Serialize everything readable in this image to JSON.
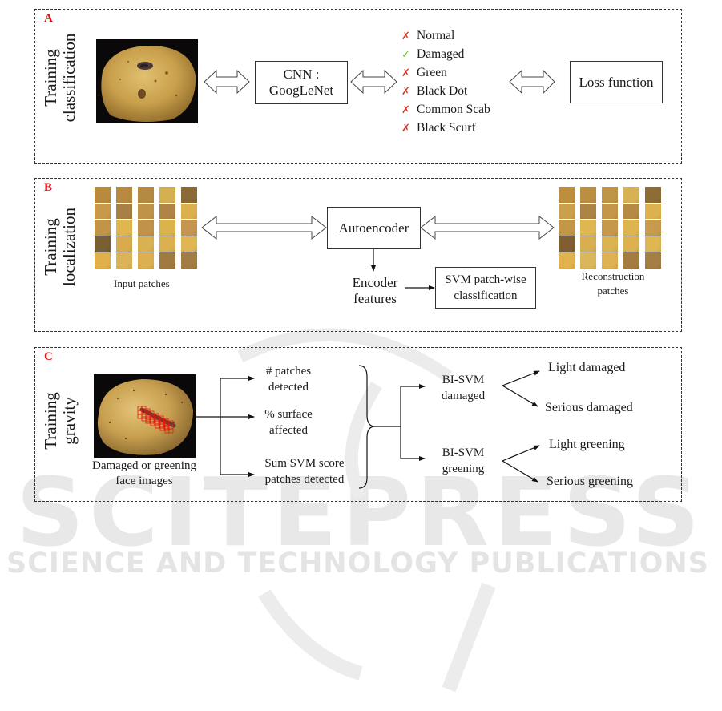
{
  "watermark": {
    "main": "SCITEPRESS",
    "sub": "SCIENCE AND TECHNOLOGY PUBLICATIONS"
  },
  "panels": {
    "A": {
      "letter": "A",
      "side_label_line1": "Training",
      "side_label_line2": "classification",
      "image_alt": "potato-image",
      "model_box_line1": "CNN :",
      "model_box_line2": "GoogLeNet",
      "classes": [
        {
          "label": "Normal",
          "status": "cross"
        },
        {
          "label": "Damaged",
          "status": "check"
        },
        {
          "label": "Green",
          "status": "cross"
        },
        {
          "label": "Black Dot",
          "status": "cross"
        },
        {
          "label": "Common Scab",
          "status": "cross"
        },
        {
          "label": "Black Scurf",
          "status": "cross"
        }
      ],
      "loss_box": "Loss function"
    },
    "B": {
      "letter": "B",
      "side_label_line1": "Training",
      "side_label_line2": "localization",
      "input_caption": "Input patches",
      "autoencoder_box": "Autoencoder",
      "encoder_line1": "Encoder",
      "encoder_line2": "features",
      "svm_box_line1": "SVM patch-wise",
      "svm_box_line2": "classification",
      "recon_caption_line1": "Reconstruction",
      "recon_caption_line2": "patches"
    },
    "C": {
      "letter": "C",
      "side_label_line1": "Training",
      "side_label_line2": "gravity",
      "image_caption_line1": "Damaged or greening",
      "image_caption_line2": "face images",
      "features": [
        {
          "line1": "# patches",
          "line2": "detected"
        },
        {
          "line1": "% surface",
          "line2": "affected"
        },
        {
          "line1": "Sum SVM score",
          "line2": "patches detected"
        }
      ],
      "classifiers": [
        {
          "line1": "BI-SVM",
          "line2": "damaged",
          "out_light": "Light damaged",
          "out_serious": "Serious damaged"
        },
        {
          "line1": "BI-SVM",
          "line2": "greening",
          "out_light": "Light greening",
          "out_serious": "Serious greening"
        }
      ]
    }
  },
  "colors": {
    "cross": "#e0321a",
    "check": "#66cc22",
    "panel_letter": "#e01010",
    "detection_grid": "#e8140a"
  },
  "patch_colors": {
    "input": [
      [
        "#b98a3c",
        "#b88a40",
        "#b48a42",
        "#d4b050",
        "#8a6a36"
      ],
      [
        "#c89a48",
        "#a88046",
        "#c09448",
        "#b08444",
        "#dcb04c"
      ],
      [
        "#c29448",
        "#e0b64e",
        "#c0924a",
        "#dcb24c",
        "#c49650"
      ],
      [
        "#7a5e34",
        "#d8ac4e",
        "#d8b250",
        "#dcb04e",
        "#e0b652"
      ],
      [
        "#e0b04a",
        "#dcb458",
        "#dcb050",
        "#a07a40",
        "#a27c42"
      ]
    ],
    "recon": [
      [
        "#bc8e3e",
        "#bc8e42",
        "#be9446",
        "#d6b254",
        "#8e6c36"
      ],
      [
        "#caa04c",
        "#ac8446",
        "#c4964a",
        "#b48a46",
        "#ddb24e"
      ],
      [
        "#c49648",
        "#e0b650",
        "#c6984c",
        "#deb44e",
        "#c89a50"
      ],
      [
        "#805e32",
        "#d8ae50",
        "#dab452",
        "#dcb250",
        "#e0b654"
      ],
      [
        "#e2b24c",
        "#dcb65a",
        "#deb252",
        "#a47c42",
        "#a47e44"
      ]
    ]
  }
}
